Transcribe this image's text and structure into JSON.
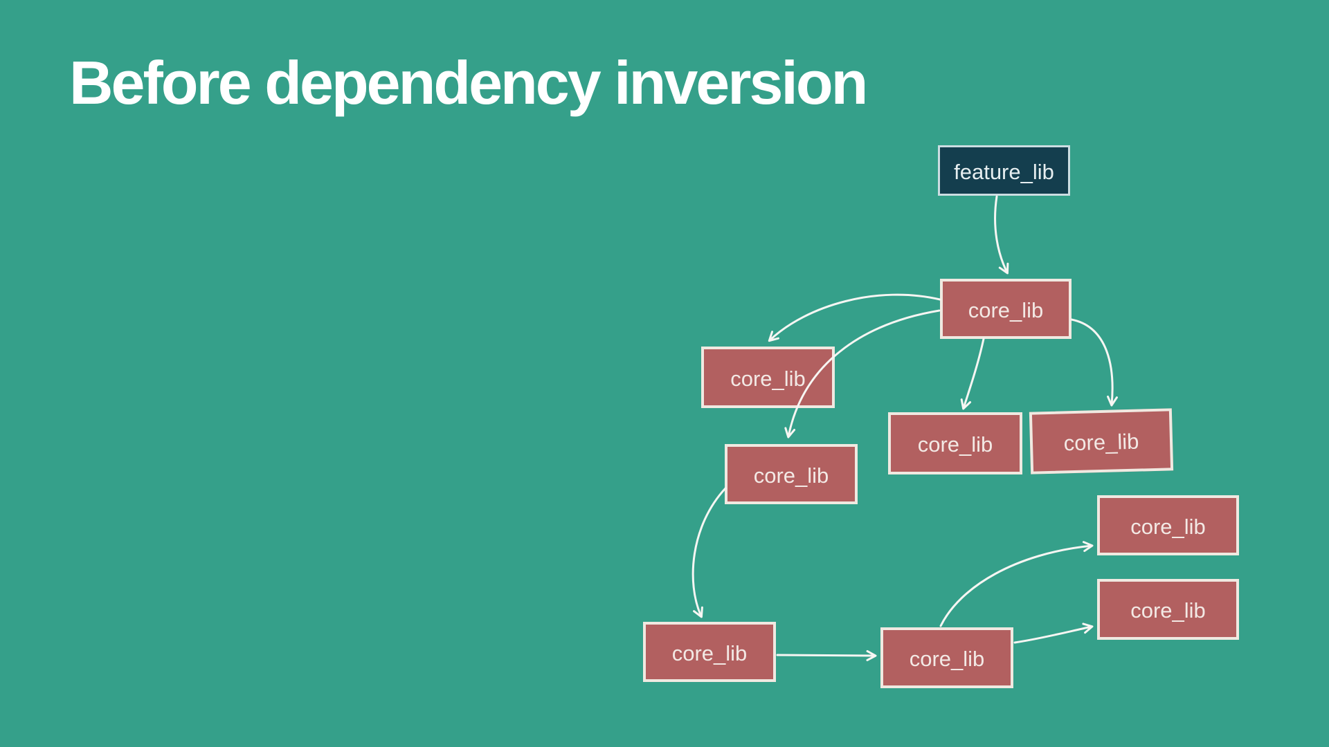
{
  "slide": {
    "title": "Before dependency inversion"
  },
  "diagram": {
    "nodes": [
      {
        "id": "feature_lib",
        "label": "feature_lib",
        "type": "feature"
      },
      {
        "id": "core_lib_1",
        "label": "core_lib",
        "type": "core"
      },
      {
        "id": "core_lib_2",
        "label": "core_lib",
        "type": "core"
      },
      {
        "id": "core_lib_3",
        "label": "core_lib",
        "type": "core"
      },
      {
        "id": "core_lib_4",
        "label": "core_lib",
        "type": "core"
      },
      {
        "id": "core_lib_5",
        "label": "core_lib",
        "type": "core"
      },
      {
        "id": "core_lib_6",
        "label": "core_lib",
        "type": "core"
      },
      {
        "id": "core_lib_7",
        "label": "core_lib",
        "type": "core"
      },
      {
        "id": "core_lib_8",
        "label": "core_lib",
        "type": "core"
      },
      {
        "id": "core_lib_9",
        "label": "core_lib",
        "type": "core"
      }
    ],
    "edges": [
      {
        "from": "feature_lib",
        "to": "core_lib_1"
      },
      {
        "from": "core_lib_1",
        "to": "core_lib_2"
      },
      {
        "from": "core_lib_1",
        "to": "core_lib_5"
      },
      {
        "from": "core_lib_1",
        "to": "core_lib_3"
      },
      {
        "from": "core_lib_1",
        "to": "core_lib_4"
      },
      {
        "from": "core_lib_5",
        "to": "core_lib_6"
      },
      {
        "from": "core_lib_6",
        "to": "core_lib_7"
      },
      {
        "from": "core_lib_7",
        "to": "core_lib_8"
      },
      {
        "from": "core_lib_7",
        "to": "core_lib_9"
      }
    ]
  },
  "colors": {
    "background": "#35a08a",
    "title_text": "#ffffff",
    "core_box_fill": "#b26060",
    "core_box_border": "#f0e9e1",
    "core_box_text": "#f3e9e5",
    "feature_box_fill": "#143e4e",
    "feature_box_border": "#ccdde2",
    "feature_box_text": "#e6eef0",
    "edge_stroke": "#f7f6f3"
  }
}
